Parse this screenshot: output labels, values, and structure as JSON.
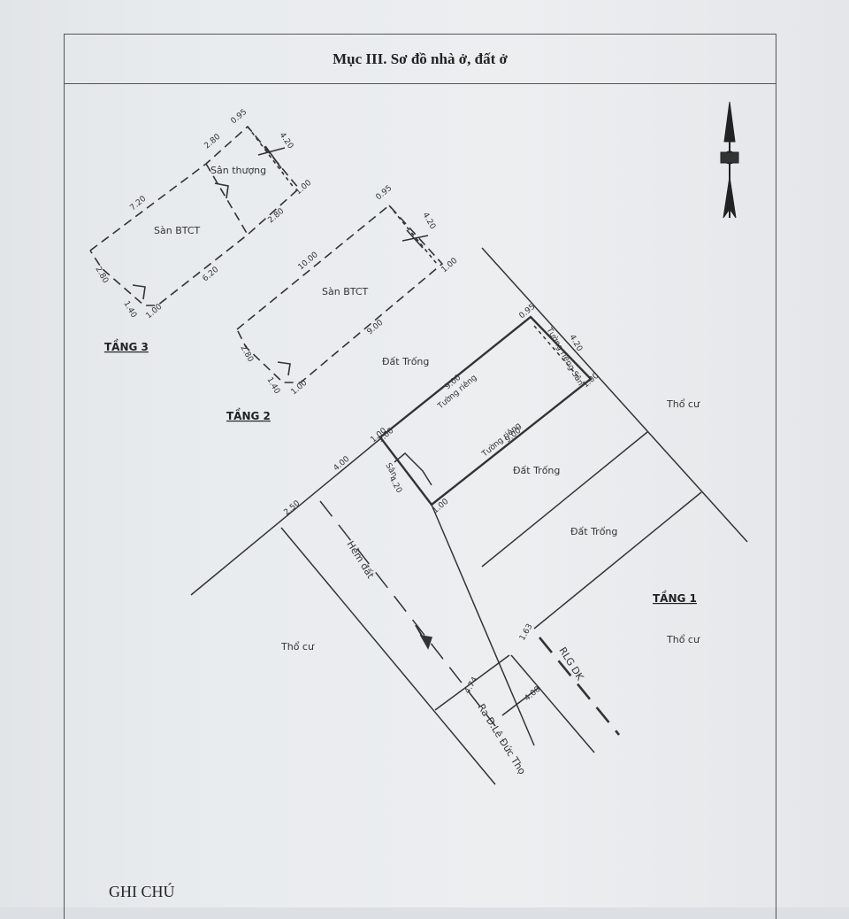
{
  "header": {
    "title": "Mục III. Sơ đồ nhà ở, đất ở"
  },
  "footer": {
    "note": "GHI CHÚ"
  },
  "floors": {
    "floor3": {
      "label": "TẦNG 3",
      "areas": [
        "Sân thượng",
        "Sàn BTCT"
      ],
      "dims": [
        "0.95",
        "2.80",
        "4.20",
        "1.00",
        "2.80",
        "7.20",
        "6.20",
        "2.80",
        "1.40",
        "1.00"
      ]
    },
    "floor2": {
      "label": "TẦNG 2",
      "areas": [
        "Sàn BTCT"
      ],
      "dims": [
        "0.95",
        "4.20",
        "10.00",
        "1.00",
        "9.00",
        "2.80",
        "1.40",
        "1.00"
      ]
    },
    "floor1": {
      "label": "TẦNG 1",
      "areas": [
        "Đất Trống",
        "Đất Trống",
        "Đất Trống",
        "Thổ cư",
        "Thổ cư",
        "Thổ cư",
        "Hẻm đất",
        "Tường riêng",
        "Tường riêng",
        "Tường riêng Sân",
        "Sân"
      ],
      "dims": [
        "0.95",
        "4.20",
        "9.00",
        "9.00",
        "1.00",
        "1.00",
        "1.00",
        "4.20",
        "1.00",
        "4.00",
        "2.50",
        "4.74",
        "1.63",
        "4.00"
      ],
      "road": "Ra Đ.Lê Đức Thọ",
      "rlg": "RLG DK"
    }
  },
  "north_arrow": {
    "icon": "north-arrow-icon"
  }
}
